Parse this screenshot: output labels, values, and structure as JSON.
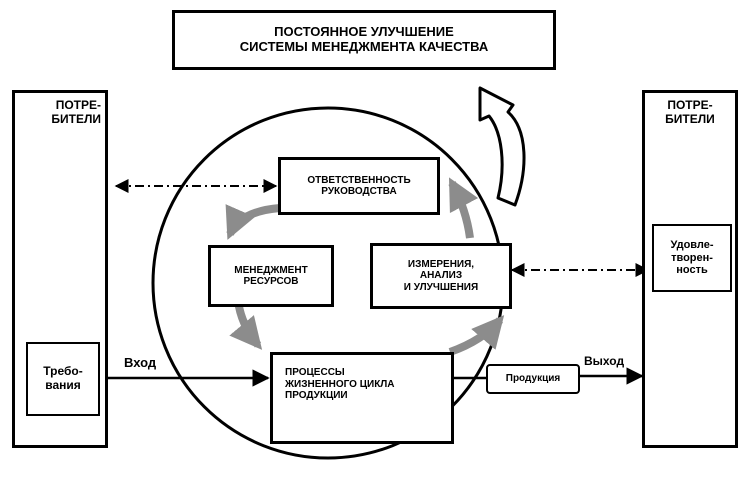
{
  "title": "ПОСТОЯННОЕ УЛУЧШЕНИЕ\nСИСТЕМЫ МЕНЕДЖМЕНТА КАЧЕСТВА",
  "left_panel": {
    "heading": "ПОТРЕ-\nБИТЕЛИ",
    "box": "Требо-\nвания"
  },
  "right_panel": {
    "heading": "ПОТРЕ-\nБИТЕЛИ",
    "box": "Удовле-\nтворен-\nность"
  },
  "processes": {
    "responsibility": "ОТВЕТСТВЕННОСТЬ\nРУКОВОДСТВА",
    "resources": "МЕНЕДЖМЕНТ\nРЕСУРСОВ",
    "measurement": "ИЗМЕРЕНИЯ,\nАНАЛИЗ\nИ УЛУЧШЕНИЯ",
    "lifecycle": "ПРОЦЕССЫ\nЖИЗНЕННОГО ЦИКЛА\nПРОДУКЦИИ"
  },
  "product": "Продукция",
  "input_label": "Вход",
  "output_label": "Выход",
  "colors": {
    "line": "#000000",
    "cycle_arrow": "#8c8c8c"
  }
}
